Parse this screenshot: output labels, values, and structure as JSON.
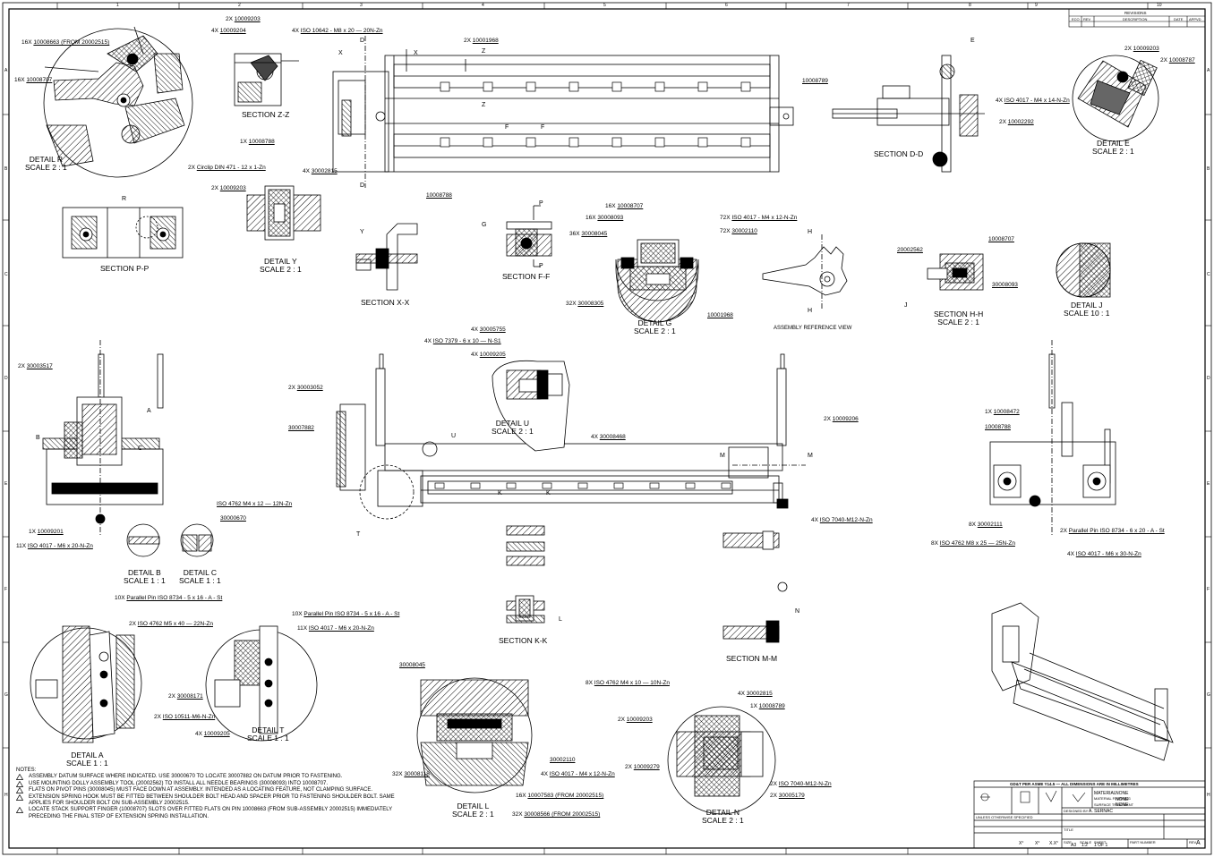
{
  "zones": {
    "top": [
      "1",
      "2",
      "3",
      "4",
      "5",
      "6",
      "7",
      "8",
      "9",
      "10"
    ],
    "side": [
      "A",
      "B",
      "C",
      "D",
      "E",
      "F",
      "G",
      "H"
    ]
  },
  "revisions": {
    "title": "REVISIONS",
    "headers": [
      "ECO",
      "REV",
      "DESCRIPTION",
      "DATE",
      "APPVD"
    ]
  },
  "views": {
    "detail_r": [
      "DETAIL R",
      "SCALE 2 : 1"
    ],
    "section_zz": [
      "SECTION Z-Z"
    ],
    "section_pp": [
      "SECTION P-P"
    ],
    "detail_y": [
      "DETAIL Y",
      "SCALE 2 : 1"
    ],
    "section_xx": [
      "SECTION X-X"
    ],
    "section_ff": [
      "SECTION F-F"
    ],
    "detail_g": [
      "DETAIL G",
      "SCALE 2 : 1"
    ],
    "assembly_ref": [
      "ASSEMBLY REFERENCE VIEW"
    ],
    "section_dd": [
      "SECTION D-D"
    ],
    "detail_e": [
      "DETAIL E",
      "SCALE 2 : 1"
    ],
    "section_hh": [
      "SECTION H-H",
      "SCALE 2 : 1"
    ],
    "detail_j": [
      "DETAIL J",
      "SCALE 10 : 1"
    ],
    "detail_u": [
      "DETAIL U",
      "SCALE 2 : 1"
    ],
    "detail_b": [
      "DETAIL B",
      "SCALE 1 : 1"
    ],
    "detail_c": [
      "DETAIL C",
      "SCALE 1 : 1"
    ],
    "section_kk": [
      "SECTION K-K"
    ],
    "section_mm": [
      "SECTION M-M"
    ],
    "detail_a": [
      "DETAIL A",
      "SCALE 1 : 1"
    ],
    "detail_t": [
      "DETAIL T",
      "SCALE 1 : 1"
    ],
    "detail_l": [
      "DETAIL L",
      "SCALE 2 : 1"
    ],
    "detail_n": [
      "DETAIL N",
      "SCALE 2 : 1"
    ]
  },
  "callouts": {
    "c1": [
      "16X ",
      "10008663 (FROM 20002515)"
    ],
    "c2": [
      "16X ",
      "10008707"
    ],
    "c3": [
      "2X ",
      "10009203"
    ],
    "c4": [
      "4X ",
      "10009204"
    ],
    "c5": [
      "4X ",
      "ISO 10642 - M8 x 20 — 20N-Zn"
    ],
    "c6": [
      "2X ",
      "10001968"
    ],
    "c7": [
      "",
      "10008789"
    ],
    "c8": [
      "",
      "10008788"
    ],
    "c9": [
      "1X ",
      "10008788"
    ],
    "c10": [
      "2X ",
      "Circlip DIN 471 - 12 x 1-Zn"
    ],
    "c11": [
      "4X ",
      "30002815"
    ],
    "c12": [
      "2X ",
      "10009203"
    ],
    "c13": [
      "2X ",
      "10009203"
    ],
    "c14": [
      "2X ",
      "10008787"
    ],
    "c15": [
      "4X ",
      "ISO 4017 - M4 x 14-N-Zn"
    ],
    "c16": [
      "2X ",
      "10002292"
    ],
    "c17": [
      "16X ",
      "10008707"
    ],
    "c18": [
      "16X ",
      "30008093"
    ],
    "c19": [
      "36X ",
      "30008045"
    ],
    "c20": [
      "72X ",
      "ISO 4017 - M4 x 12-N-Zn"
    ],
    "c21": [
      "72X ",
      "30002110"
    ],
    "c22": [
      "32X ",
      "30008305"
    ],
    "c23": [
      "",
      "10001968"
    ],
    "c24": [
      "",
      "20002562"
    ],
    "c25": [
      "",
      "10008707"
    ],
    "c26": [
      "",
      "30008093"
    ],
    "c27": [
      "2X ",
      "30003517"
    ],
    "c28": [
      "4X ",
      "30005755"
    ],
    "c29": [
      "4X ",
      "ISO 7379 - 6 x 10 — N-S1"
    ],
    "c30": [
      "4X ",
      "10009205"
    ],
    "c31": [
      "2X ",
      "30003052"
    ],
    "c32": [
      "",
      "30007882"
    ],
    "c33": [
      "4X ",
      "30008468"
    ],
    "c34": [
      "2X ",
      "10009206"
    ],
    "c35": [
      "1X ",
      "10008472"
    ],
    "c36": [
      "",
      "10008788"
    ],
    "c37": [
      "1X ",
      "10009201"
    ],
    "c38": [
      "11X ",
      "ISO 4017 - M6 x 20-N-Zn"
    ],
    "c39": [
      "",
      "ISO 4762 M4 x 12 — 12N-Zn"
    ],
    "c40": [
      "",
      "30000670"
    ],
    "c41": [
      "4X ",
      "ISO 7040-M12-N-Zn"
    ],
    "c42": [
      "8X ",
      "30002111"
    ],
    "c43": [
      "8X ",
      "ISO 4762 M8 x 25 — 25N-Zn"
    ],
    "c44": [
      "2X ",
      "Parallel Pin ISO 8734 - 6 x 20 - A - St"
    ],
    "c45": [
      "4X ",
      "ISO 4017 - M6 x 30-N-Zn"
    ],
    "c46": [
      "10X ",
      "Parallel Pin ISO 8734 - 5 x 16 - A - St"
    ],
    "c47": [
      "2X ",
      "ISO 4762 M5 x 40 — 22N-Zn"
    ],
    "c48": [
      "10X ",
      "Parallel Pin ISO 8734 - 5 x 16 - A - St"
    ],
    "c49": [
      "11X ",
      "ISO 4017 - M6 x 20-N-Zn"
    ],
    "c50": [
      "2X ",
      "30008171"
    ],
    "c51": [
      "2X ",
      "ISO 10511-M6-N-Zn"
    ],
    "c52": [
      "4X ",
      "10009205"
    ],
    "c53": [
      "",
      "30008045"
    ],
    "c54": [
      "",
      "30002110"
    ],
    "c55": [
      "4X ",
      "ISO 4017 - M4 x 12-N-Zn"
    ],
    "c56": [
      "16X ",
      "10007583 (FROM 20002515)"
    ],
    "c57": [
      "32X ",
      "30008566 (FROM 20002515)"
    ],
    "c58": [
      "32X ",
      "30008118"
    ],
    "c59": [
      "8X ",
      "ISO 4762 M4 x 10 — 10N-Zn"
    ],
    "c60": [
      "4X ",
      "30002815"
    ],
    "c61": [
      "1X ",
      "10008789"
    ],
    "c62": [
      "2X ",
      "10009203"
    ],
    "c63": [
      "2X ",
      "10009279"
    ],
    "c64": [
      "2X ",
      "ISO 7040-M12-N-Zn"
    ],
    "c65": [
      "2X ",
      "30005179"
    ]
  },
  "letters": [
    "D",
    "D",
    "X",
    "X",
    "Z",
    "Z",
    "E",
    "F",
    "F",
    "R",
    "P",
    "P",
    "G",
    "Y",
    "H",
    "H",
    "J",
    "A",
    "B",
    "C",
    "U",
    "T",
    "K",
    "K",
    "M",
    "M",
    "L",
    "N"
  ],
  "notes": {
    "heading": "NOTES:",
    "items": [
      "ASSEMBLY DATUM SURFACE WHERE INDICATED.  USE 30000670 TO LOCATE 30007882 ON DATUM PRIOR TO FASTENING.",
      "USE MOUNTING DOLLY ASSEMBLY TOOL (20002562) TO INSTALL ALL NEEDLE BEARINGS (30008093) INTO 10008707.",
      "FLATS ON PIVOT PINS (30008045) MUST FACE DOWN AT ASSEMBLY. INTENDED AS A LOCATING FEATURE, NOT CLAMPING SURFACE.",
      "EXTENSION SPRING HOOK MUST BE FITTED BETWEEN SHOULDER BOLT HEAD AND SPACER PRIOR TO FASTENING SHOULDER BOLT. SAME APPLIES FOR SHOULDER BOLT ON SUB-ASSEMBLY 20002515.",
      "LOCATE STACK SUPPORT FINGER (10008707) SLOTS OVER FITTED FLATS ON PIN 10008663 (FROM SUB-ASSEMBLY 20002515) IMMEDIATELY PRECEDING THE FINAL STEP OF EXTENSION SPRING INSTALLATION."
    ]
  },
  "title_block": {
    "banner": "GD&T PER ASME Y14.5 — ALL DIMENSIONS ARE IN MILLIMETRES",
    "material_label": "MATERIAL",
    "material_value": "NONE",
    "finish_label": "MATERIAL FINISHING",
    "finish_value": "NONE",
    "surface_label": "SURFACE TREATMENT",
    "surface_value": "NONE",
    "drawn_label": "DESIGNED BY",
    "drawn_value": "A. SERNAC",
    "title_label": "TITLE",
    "size_label": "SIZE",
    "size_value": "A3",
    "scale_label": "SCALE",
    "scale_value": "1:2",
    "sheet_label": "SHEET",
    "sheet_value": "1 OF 1",
    "part_label": "PART NUMBER",
    "rev_label": "REV",
    "rev_value": "A",
    "tol_note": "UNLESS OTHERWISE SPECIFIED",
    "tol_vals": [
      "X°",
      "X°",
      "X.X°"
    ]
  }
}
